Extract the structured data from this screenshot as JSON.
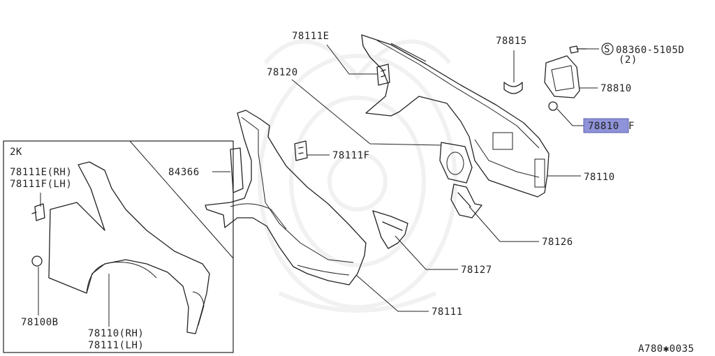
{
  "inset": {
    "title": "2K",
    "label_78111E_RH": "78111E(RH)",
    "label_78111F_LH": "78111F(LH)",
    "label_78100B": "78100B",
    "label_78110_RH": "78110(RH)",
    "label_78111_LH": "78111(LH)"
  },
  "labels": {
    "p78111E": "78111E",
    "p78120": "78120",
    "p78815": "78815",
    "p08360": "08360-5105D",
    "p08360_qty": "(2)",
    "p78810": "78810",
    "p78810F_prefix": "78810",
    "p78810F_suffix": "F",
    "p78111F": "78111F",
    "p84366": "84366",
    "p78110": "78110",
    "p78126": "78126",
    "p78127": "78127",
    "p78111": "78111"
  },
  "screw_symbol": "S",
  "figure_code": "A780✱0035",
  "highlight_color": "#8f93d9"
}
